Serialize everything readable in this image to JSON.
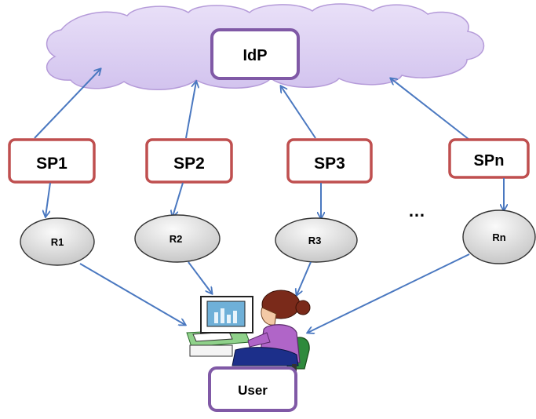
{
  "idp": {
    "label": "IdP"
  },
  "service_providers": [
    {
      "label": "SP1"
    },
    {
      "label": "SP2"
    },
    {
      "label": "SP3"
    },
    {
      "label": "SPn"
    }
  ],
  "resources": [
    {
      "label": "R1"
    },
    {
      "label": "R2"
    },
    {
      "label": "R3"
    },
    {
      "label": "Rn"
    }
  ],
  "ellipsis": "…",
  "user": {
    "label": "User"
  },
  "colors": {
    "cloud_fill": "#ddd0f2",
    "cloud_stroke": "#b59bd9",
    "idp_border": "#8059a6",
    "sp_border": "#bf4f4f",
    "arrow": "#4a78c0",
    "resource_fill": "#dcdcdc",
    "resource_stroke": "#333333",
    "user_border": "#8059a6",
    "text": "#000000"
  }
}
